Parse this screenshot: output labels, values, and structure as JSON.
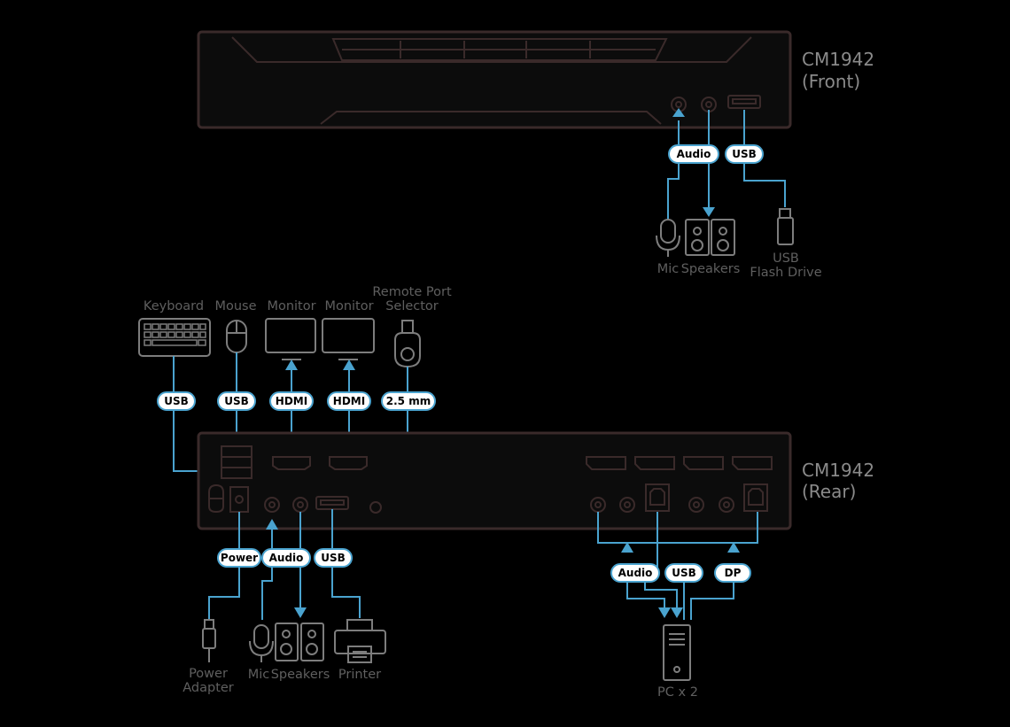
{
  "colors": {
    "background": "#000000",
    "wire": "#4aa3cf",
    "device_outline": "#7d7d7d",
    "chassis_outline": "#3a2a2a",
    "label_text": "#5f5f5f",
    "model_text": "#8a8a8a"
  },
  "front": {
    "model": "CM1942",
    "view": "(Front)",
    "cables": {
      "audio": "Audio",
      "usb": "USB"
    },
    "devices": {
      "mic": "Mic",
      "speakers": "Speakers",
      "usb_line1": "USB",
      "usb_line2": "Flash Drive"
    }
  },
  "rear": {
    "model": "CM1942",
    "view": "(Rear)",
    "top_devices": {
      "keyboard": "Keyboard",
      "mouse": "Mouse",
      "monitor1": "Monitor",
      "monitor2": "Monitor",
      "remote_line1": "Remote Port",
      "remote_line2": "Selector"
    },
    "top_cables": {
      "keyboard": "USB",
      "mouse": "USB",
      "monitor1": "HDMI",
      "monitor2": "HDMI",
      "remote": "2.5 mm"
    },
    "bottom_cables": {
      "power": "Power",
      "audio": "Audio",
      "usb": "USB"
    },
    "bottom_devices": {
      "power_line1": "Power",
      "power_line2": "Adapter",
      "mic": "Mic",
      "speakers": "Speakers",
      "printer": "Printer"
    },
    "pc_cables": {
      "audio": "Audio",
      "usb": "USB",
      "dp": "DP"
    },
    "pc_label": "PC x 2"
  }
}
